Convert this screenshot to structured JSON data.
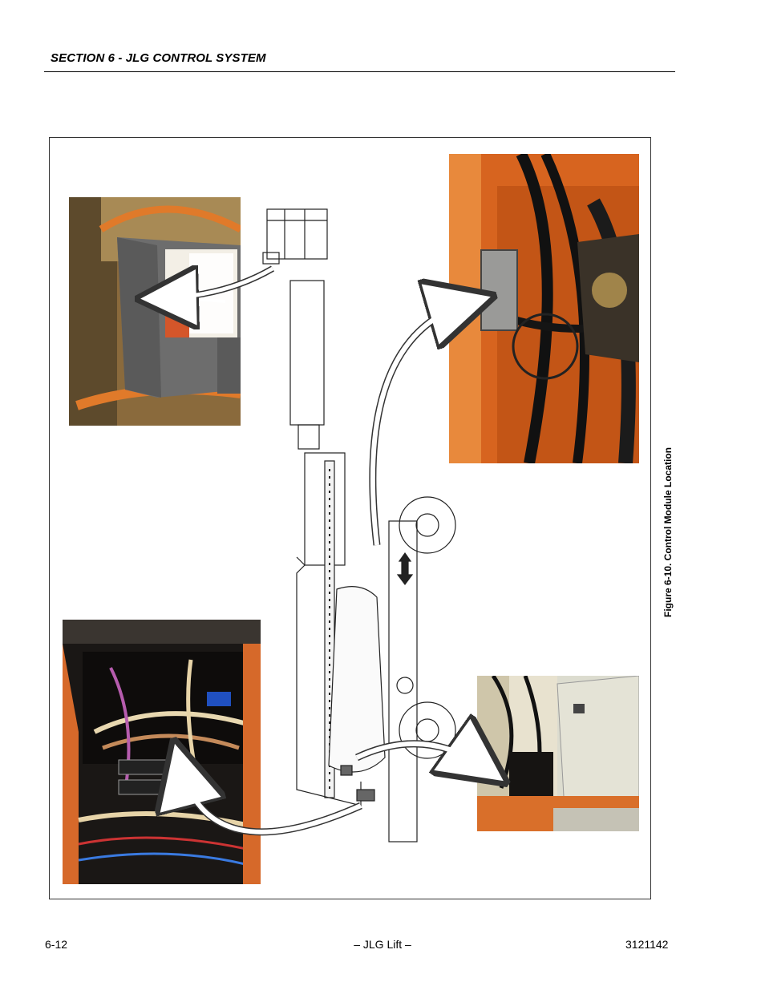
{
  "header": {
    "section_title": "SECTION 6 - JLG CONTROL SYSTEM"
  },
  "figure": {
    "caption": "Figure 6-10.  Control Module Location"
  },
  "footer": {
    "page_number": "6-12",
    "center_text": "– JLG Lift –",
    "doc_number": "3121142"
  },
  "colors": {
    "machine_orange": "#e07a2a",
    "control_box_gray": "#6d6d6d",
    "panel_dark": "#1e1a17"
  }
}
